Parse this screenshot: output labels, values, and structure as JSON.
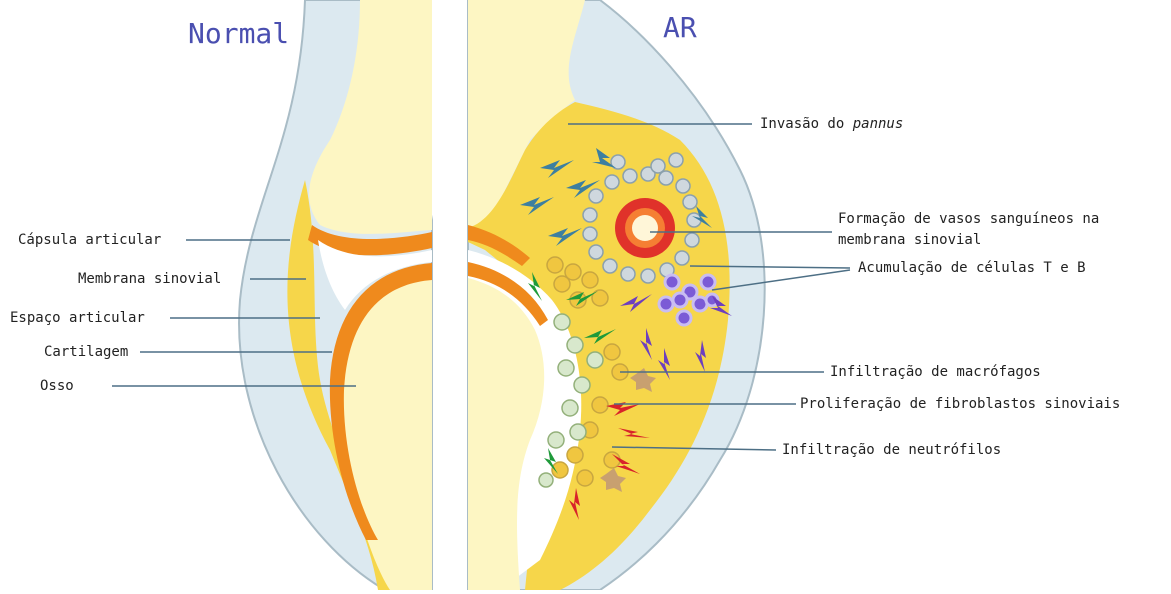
{
  "titles": {
    "left": "Normal",
    "right": "AR"
  },
  "labels_left": [
    "Cápsula articular",
    "Membrana sinovial",
    "Espaço articular",
    "Cartilagem",
    "Osso"
  ],
  "labels_right": {
    "pannus_prefix": "Invasão do ",
    "pannus_italic": "pannus",
    "vessels_line1": "Formação de vasos sanguíneos na",
    "vessels_line2": "membrana sinovial",
    "tb_cells": "Acumulação de células T e B",
    "macrophages": "Infiltração de macrófagos",
    "fibroblasts": "Proliferação de fibroblastos sinoviais",
    "neutrophils": "Infiltração de neutrófilos"
  },
  "colors": {
    "capsule": "#dce9f0",
    "capsule_edge": "#a9bcc6",
    "synovium": "#f6d64a",
    "bone": "#fdf6c3",
    "cartilage": "#ef8a1d",
    "title": "#4a4fb0",
    "leader": "#4d6f85"
  }
}
